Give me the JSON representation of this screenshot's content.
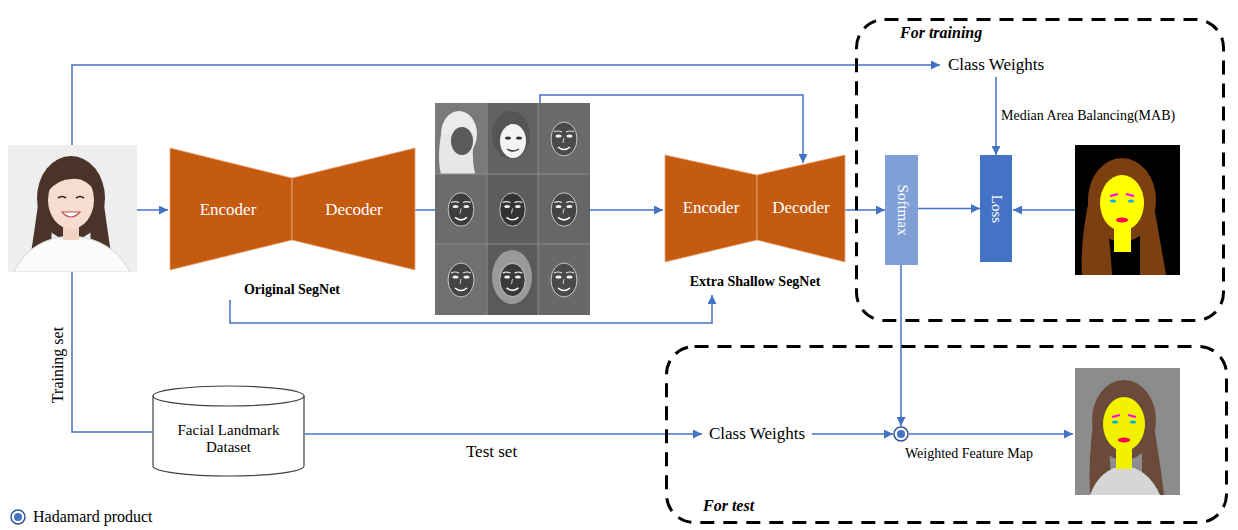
{
  "diagram": {
    "nodes": [
      {
        "text": [
          "Encoder",
          "Decoder",
          "Original SegNet"
        ]
      },
      {
        "text": [
          "Encoder",
          "Decoder",
          "Extra Shallow SegNet"
        ]
      },
      {
        "text": [
          "For training"
        ]
      },
      {
        "text": [
          "Class Weights"
        ],
        "in": 2
      },
      {
        "text": [
          "Softmax"
        ],
        "in": 2
      },
      {
        "text": [
          "Loss"
        ],
        "in": 2
      },
      {
        "text": [
          "Facial Landmark Dataset"
        ]
      },
      {
        "text": [
          "For test"
        ]
      },
      {
        "text": [
          "Class Weights"
        ],
        "in": 7
      },
      {
        "text": [
          "Weighted Feature Map"
        ],
        "in": 7
      }
    ],
    "edges": [
      {
        "from": 0,
        "to": 1,
        "arrow": "to"
      },
      {
        "from": 1,
        "to": 4,
        "arrow": "to"
      },
      {
        "from": 4,
        "to": 5,
        "arrow": "to"
      },
      {
        "from": 3,
        "to": 5,
        "arrow": "to",
        "label": "Median Area Balancing(MAB)"
      },
      {
        "from": 4,
        "to": 9,
        "arrow": "to"
      },
      {
        "from": 6,
        "to": 8,
        "arrow": "to",
        "label": "Test set"
      },
      {
        "from": 8,
        "to": 9,
        "arrow": "to"
      }
    ],
    "labels": [
      "Training set"
    ],
    "legend": [
      {
        "text": "Hadamard product"
      }
    ]
  }
}
